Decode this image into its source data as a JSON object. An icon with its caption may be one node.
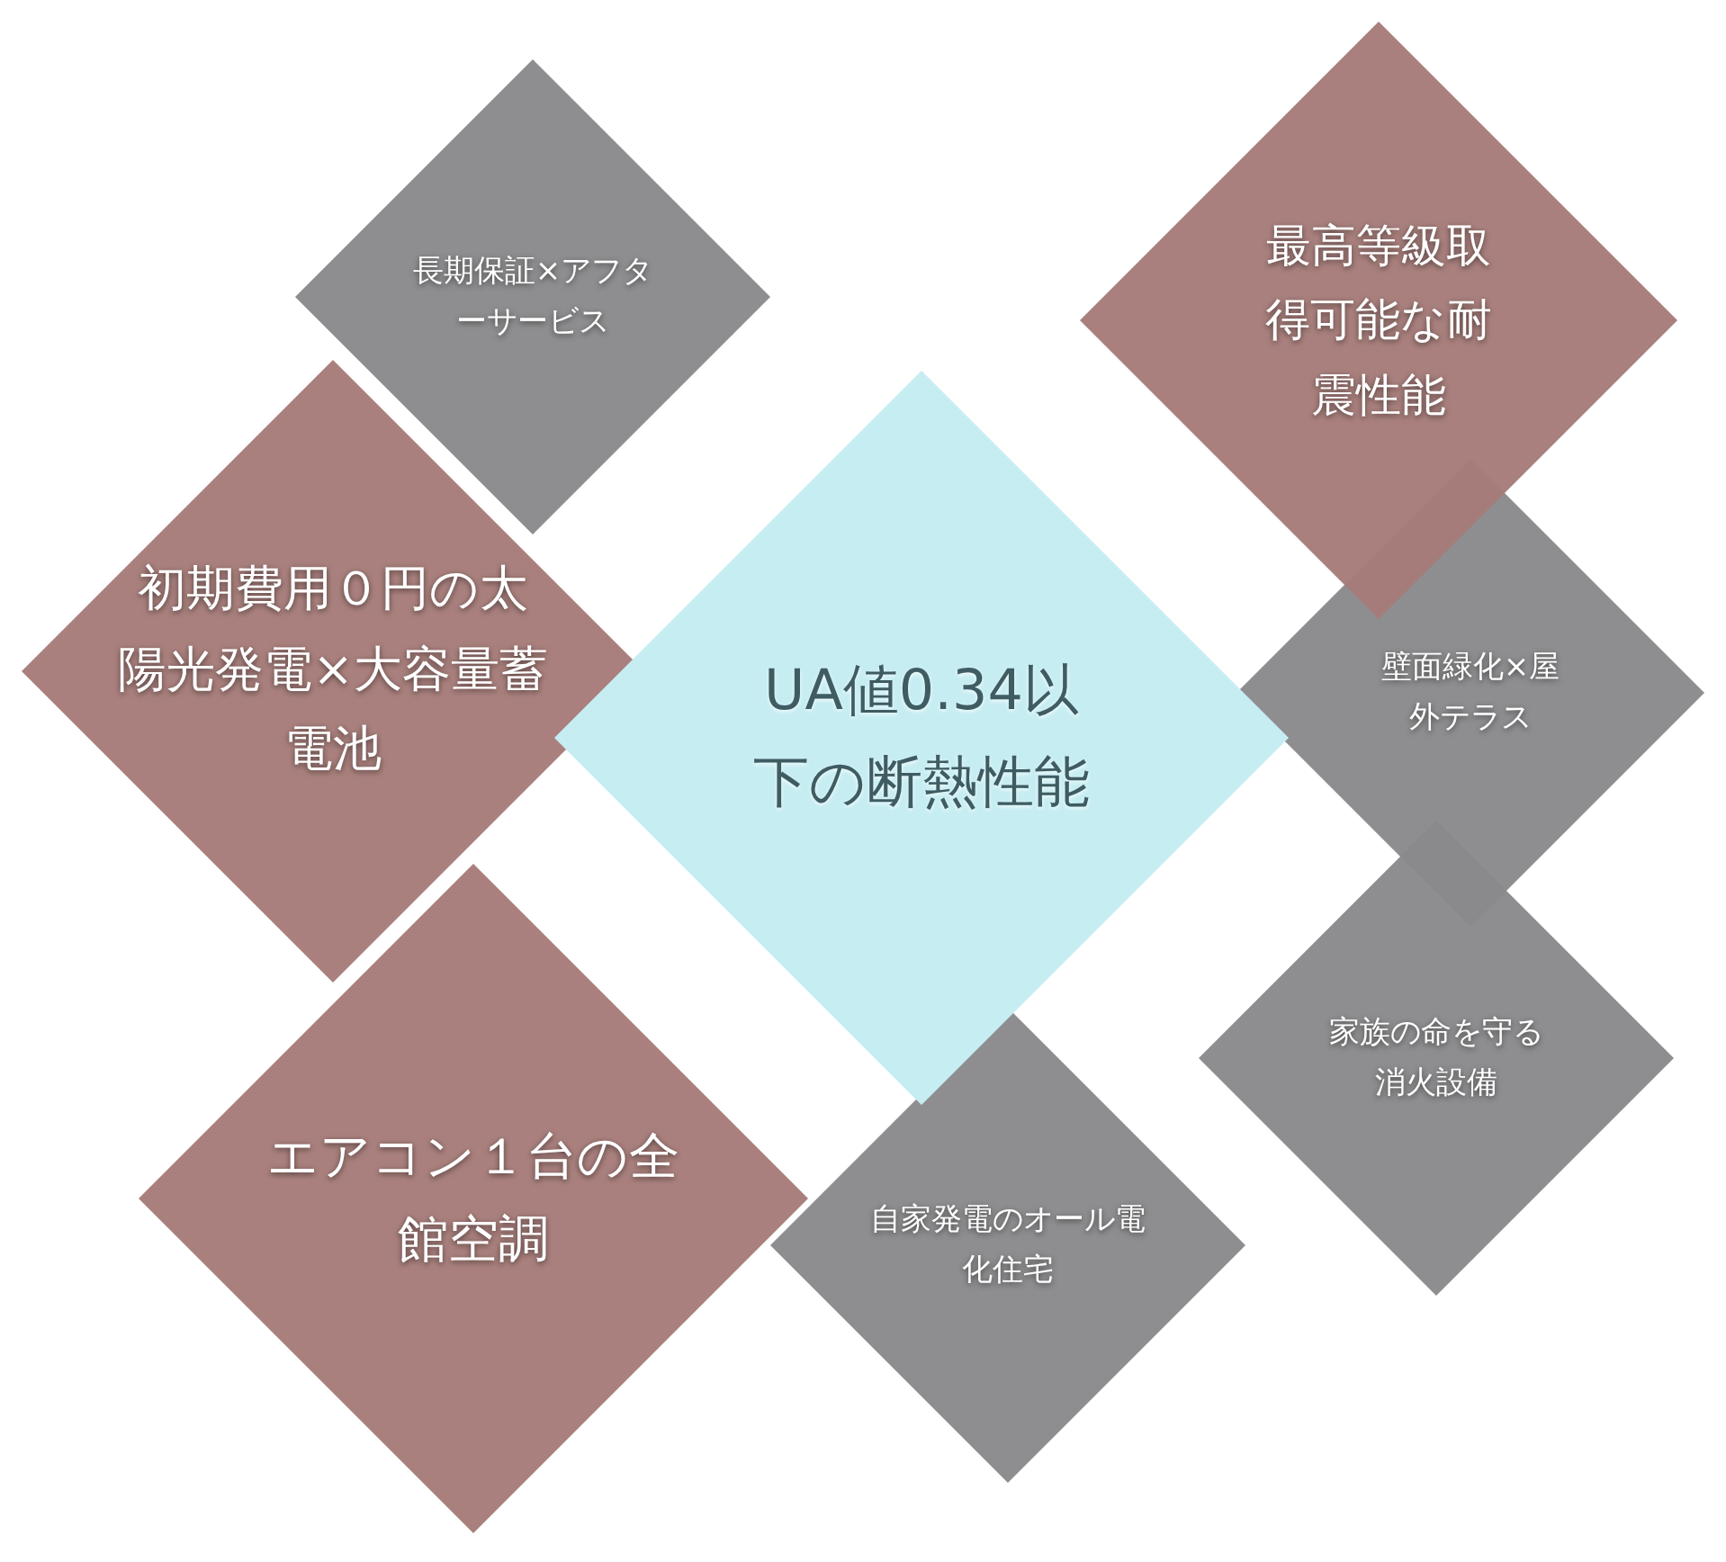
{
  "diagram": {
    "nodes": [
      {
        "text": [
          "最高等級取得可能な耐震性能"
        ]
      },
      {
        "text": [
          "長期保証×アフターサービス"
        ]
      },
      {
        "text": [
          "初期費用０円の太陽光発電×大容量蓄電池"
        ]
      },
      {
        "text": [
          "UA値0.34以下の断熱性能"
        ]
      },
      {
        "text": [
          "壁面緑化×屋外テラス"
        ]
      },
      {
        "text": [
          "家族の命を守る消火設備"
        ]
      },
      {
        "text": [
          "エアコン１台の全館空調"
        ]
      },
      {
        "text": [
          "自家発電のオール電化住宅"
        ]
      }
    ]
  }
}
